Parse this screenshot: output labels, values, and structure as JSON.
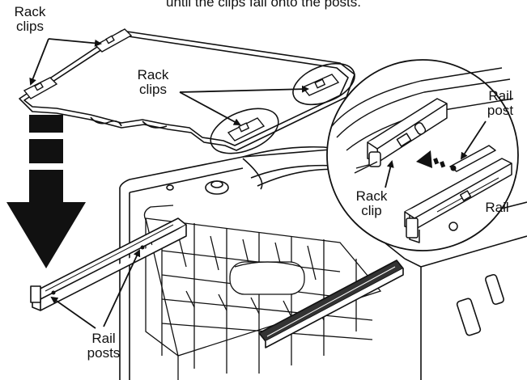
{
  "caption": "until the clips fall onto the posts.",
  "labels": {
    "rack_clips_top_left": "Rack\nclips",
    "rack_clips_center": "Rack\nclips",
    "rail_post": "Rail\npost",
    "rack_clip": "Rack\nclip",
    "rail": "Rail",
    "rail_posts": "Rail\nposts"
  },
  "colors": {
    "line": "#111111",
    "arrow": "#111111",
    "arrow_tail": "#222222",
    "background": "#ffffff"
  },
  "icons": {
    "down_arrow": "large-down-arrow-icon",
    "leader_arrow": "leader-arrow-icon"
  }
}
